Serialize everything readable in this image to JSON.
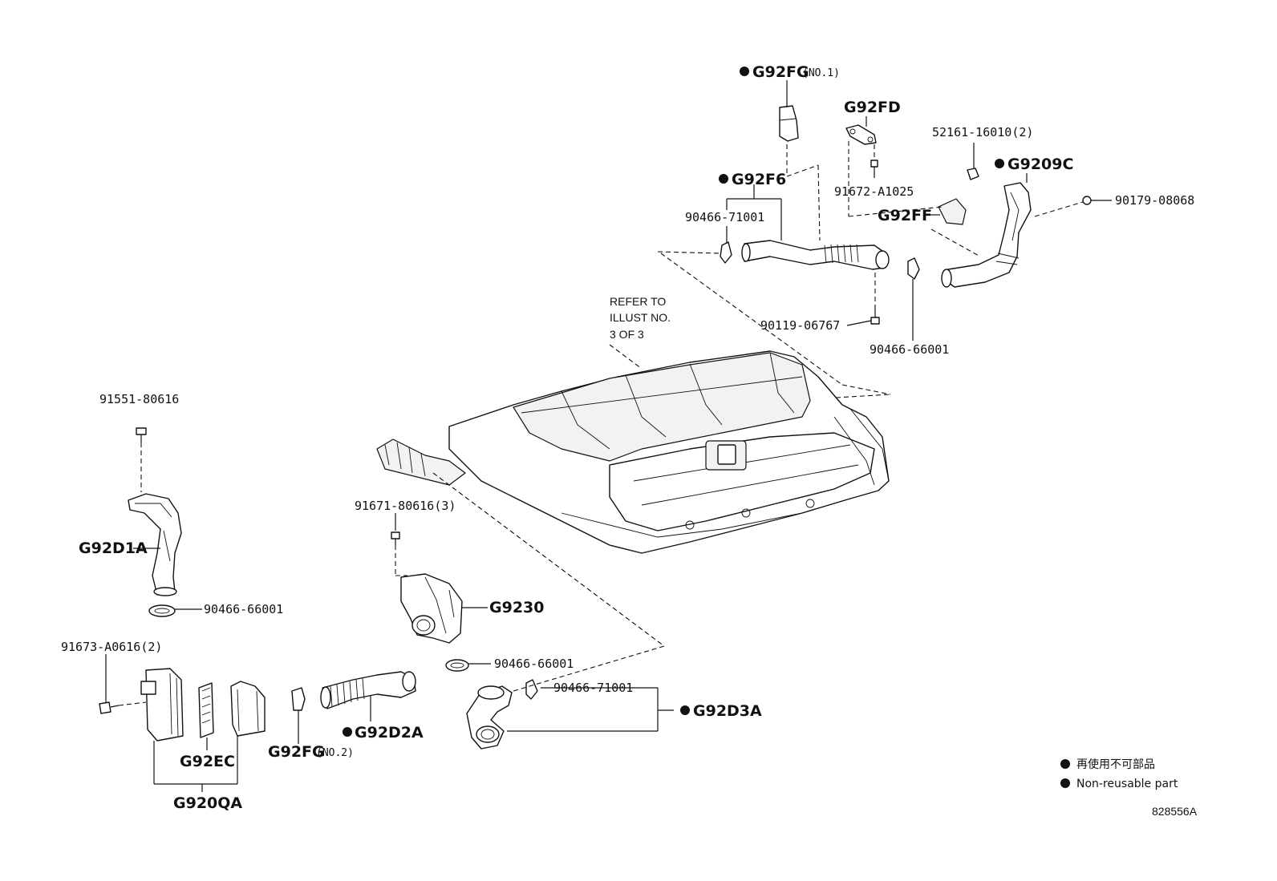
{
  "diagram": {
    "labels": {
      "g92fg_no1_code": "G92FG",
      "g92fg_no1_qual": "(NO.1)",
      "g92fd": "G92FD",
      "p52161": "52161-16010(2)",
      "g9209c": "G9209C",
      "g92f6": "G92F6",
      "p90466_71001_top": "90466-71001",
      "p91672": "91672-A1025",
      "g92ff": "G92FF",
      "p90179": "90179-08068",
      "p90119": "90119-06767",
      "p90466_66001_right": "90466-66001",
      "p91551": "91551-80616",
      "g92d1a": "G92D1A",
      "p90466_66001_left": "90466-66001",
      "p91673": "91673-A0616(2)",
      "g92ec": "G92EC",
      "g920qa": "G920QA",
      "g92fg_no2_code": "G92FG",
      "g92fg_no2_qual": "(NO.2)",
      "g92d2a": "G92D2A",
      "p91671": "91671-80616(3)",
      "g9230": "G9230",
      "p90466_66001_mid": "90466-66001",
      "p90466_71001_bottom": "90466-71001",
      "g92d3a": "G92D3A",
      "refer_line1": "REFER TO",
      "refer_line2": "ILLUST NO.",
      "refer_line3": "3 OF 3"
    },
    "legend": {
      "item1": "再使用不可部品",
      "item2": "Non-reusable part"
    },
    "illustration_id": "828556A"
  }
}
